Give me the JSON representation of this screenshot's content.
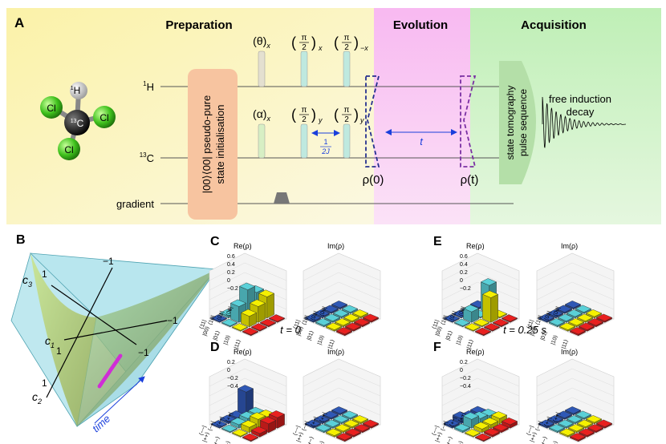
{
  "panel_a": {
    "label": "A",
    "sections": {
      "preparation": "Preparation",
      "evolution": "Evolution",
      "acquisition": "Acquisition"
    },
    "channels": {
      "h_prefix": "1",
      "h": "H",
      "c_prefix": "13",
      "c": "C",
      "gradient": "gradient"
    },
    "molecule": {
      "center_sup": "13",
      "center": "C",
      "top_sup": "1",
      "top": "H",
      "cl": "Cl"
    },
    "pulses_h": [
      {
        "angle": "θ",
        "subscript": "x"
      },
      {
        "num": "π",
        "den": "2",
        "subscript": "x"
      },
      {
        "num": "π",
        "den": "2",
        "subscript": "−x"
      }
    ],
    "pulses_c": [
      {
        "angle": "α",
        "subscript": "x"
      },
      {
        "num": "π",
        "den": "2",
        "subscript": "y"
      },
      {
        "num": "π",
        "den": "2",
        "subscript": "y"
      }
    ],
    "delay": {
      "num": "1",
      "den": "2J"
    },
    "init_box": [
      "|00⟩⟨00| pseudo-pure",
      "state initialisation"
    ],
    "evolution_time": "t",
    "rho_0": "ρ(0)",
    "rho_t": "ρ(t)",
    "tomography_box": [
      "state tomography",
      "pulse sequence"
    ],
    "fid": [
      "free induction",
      "decay"
    ]
  },
  "panel_b": {
    "label": "B",
    "axes": {
      "c1": "c",
      "c1_sub": "1",
      "c2": "c",
      "c2_sub": "2",
      "c3": "c",
      "c3_sub": "3"
    },
    "ticks": {
      "pos": "1",
      "neg": "−1"
    },
    "time_label": "time"
  },
  "panels_cdef": {
    "labels": {
      "c": "C",
      "d": "D",
      "e": "E",
      "f": "F"
    },
    "re_title": "Re(ρ)",
    "im_title": "Im(ρ)",
    "z_ticks_c": [
      "0.6",
      "0.4",
      "0.2",
      "0",
      "−0.2"
    ],
    "z_ticks_d": [
      "0.2",
      "0",
      "−0.2",
      "−0.4"
    ],
    "comp_basis": [
      "⟨00|",
      "⟨01|",
      "⟨10|",
      "⟨11|"
    ],
    "comp_basis_ket": [
      "|00⟩",
      "|01⟩",
      "|10⟩",
      "|11⟩"
    ],
    "bell_basis": [
      "⟨++|",
      "⟨+−|",
      "⟨−+|",
      "⟨−−|"
    ],
    "bell_basis_ket": [
      "|++⟩",
      "|+−⟩",
      "|−+⟩",
      "|−−⟩"
    ],
    "time_t0": "t = 0",
    "time_t1": "t = 0.25 s"
  },
  "colors": {
    "prep_bg": "#faf7c8",
    "evo_bg": "#fbcdf3",
    "acq_bg": "#d5f5cf",
    "init_box": "#f7c4a0",
    "tomo_box": "#b4dfa8",
    "pulse_h1": "#e4e0d0",
    "pulse_green": "#d7efc4",
    "pulse_cyan": "#bfe9df",
    "bar_blue": "#2f58b5",
    "bar_cyan": "#5ad0d8",
    "bar_yellow": "#f5f000",
    "bar_red": "#e8201f",
    "arrow_blue": "#1a3fdc",
    "sim_purple": "#d02dd6"
  }
}
